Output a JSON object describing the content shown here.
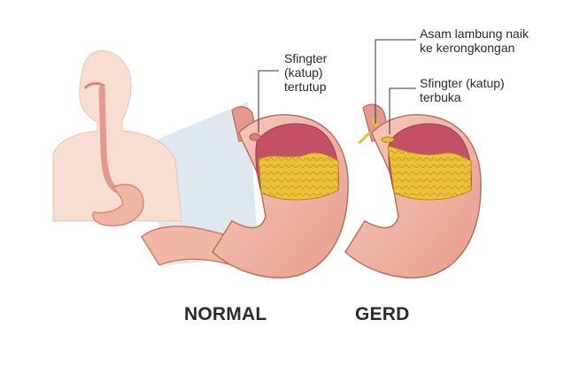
{
  "labels": {
    "normal_sphincter": [
      "Sfingter",
      "(katup)",
      "tertutup"
    ],
    "gerd_acid": [
      "Asam lambung naik",
      "ke kerongkongan"
    ],
    "gerd_sphincter": [
      "Sfingter (katup)",
      "terbuka"
    ]
  },
  "titles": {
    "normal": "NORMAL",
    "gerd": "GERD"
  },
  "colors": {
    "skin": "#f7d9cc",
    "stomach_wall": "#f2b9a9",
    "stomach_inner": "#c24a63",
    "acid": "#e8bd35",
    "esophagus": "#e39a8e",
    "zoom_panel": "#dde6ee"
  }
}
